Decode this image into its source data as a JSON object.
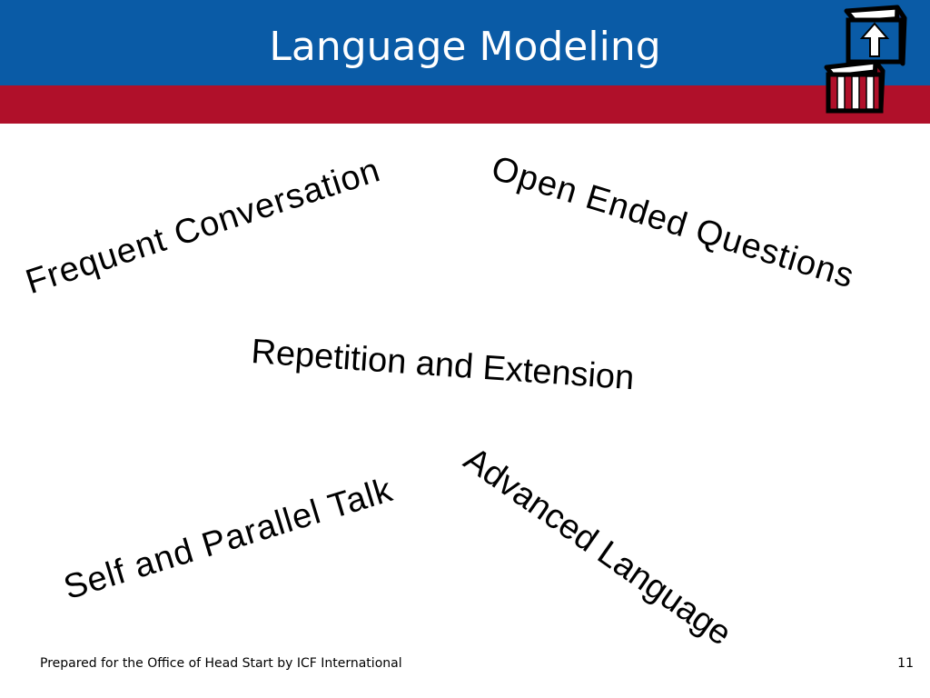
{
  "slide": {
    "title": "Language Modeling",
    "logo_icon": "alphabet-blocks-arrow-icon",
    "phrases": [
      "Frequent Conversation",
      "Open Ended Questions",
      "Repetition and Extension",
      "Advanced Language",
      "Self and Parallel Talk"
    ],
    "footer": "Prepared for the Office of Head Start by ICF International",
    "page_number": "11"
  },
  "colors": {
    "header_blue": "#0a5ba6",
    "accent_red": "#b0102a",
    "text": "#000000",
    "title_text": "#ffffff"
  }
}
